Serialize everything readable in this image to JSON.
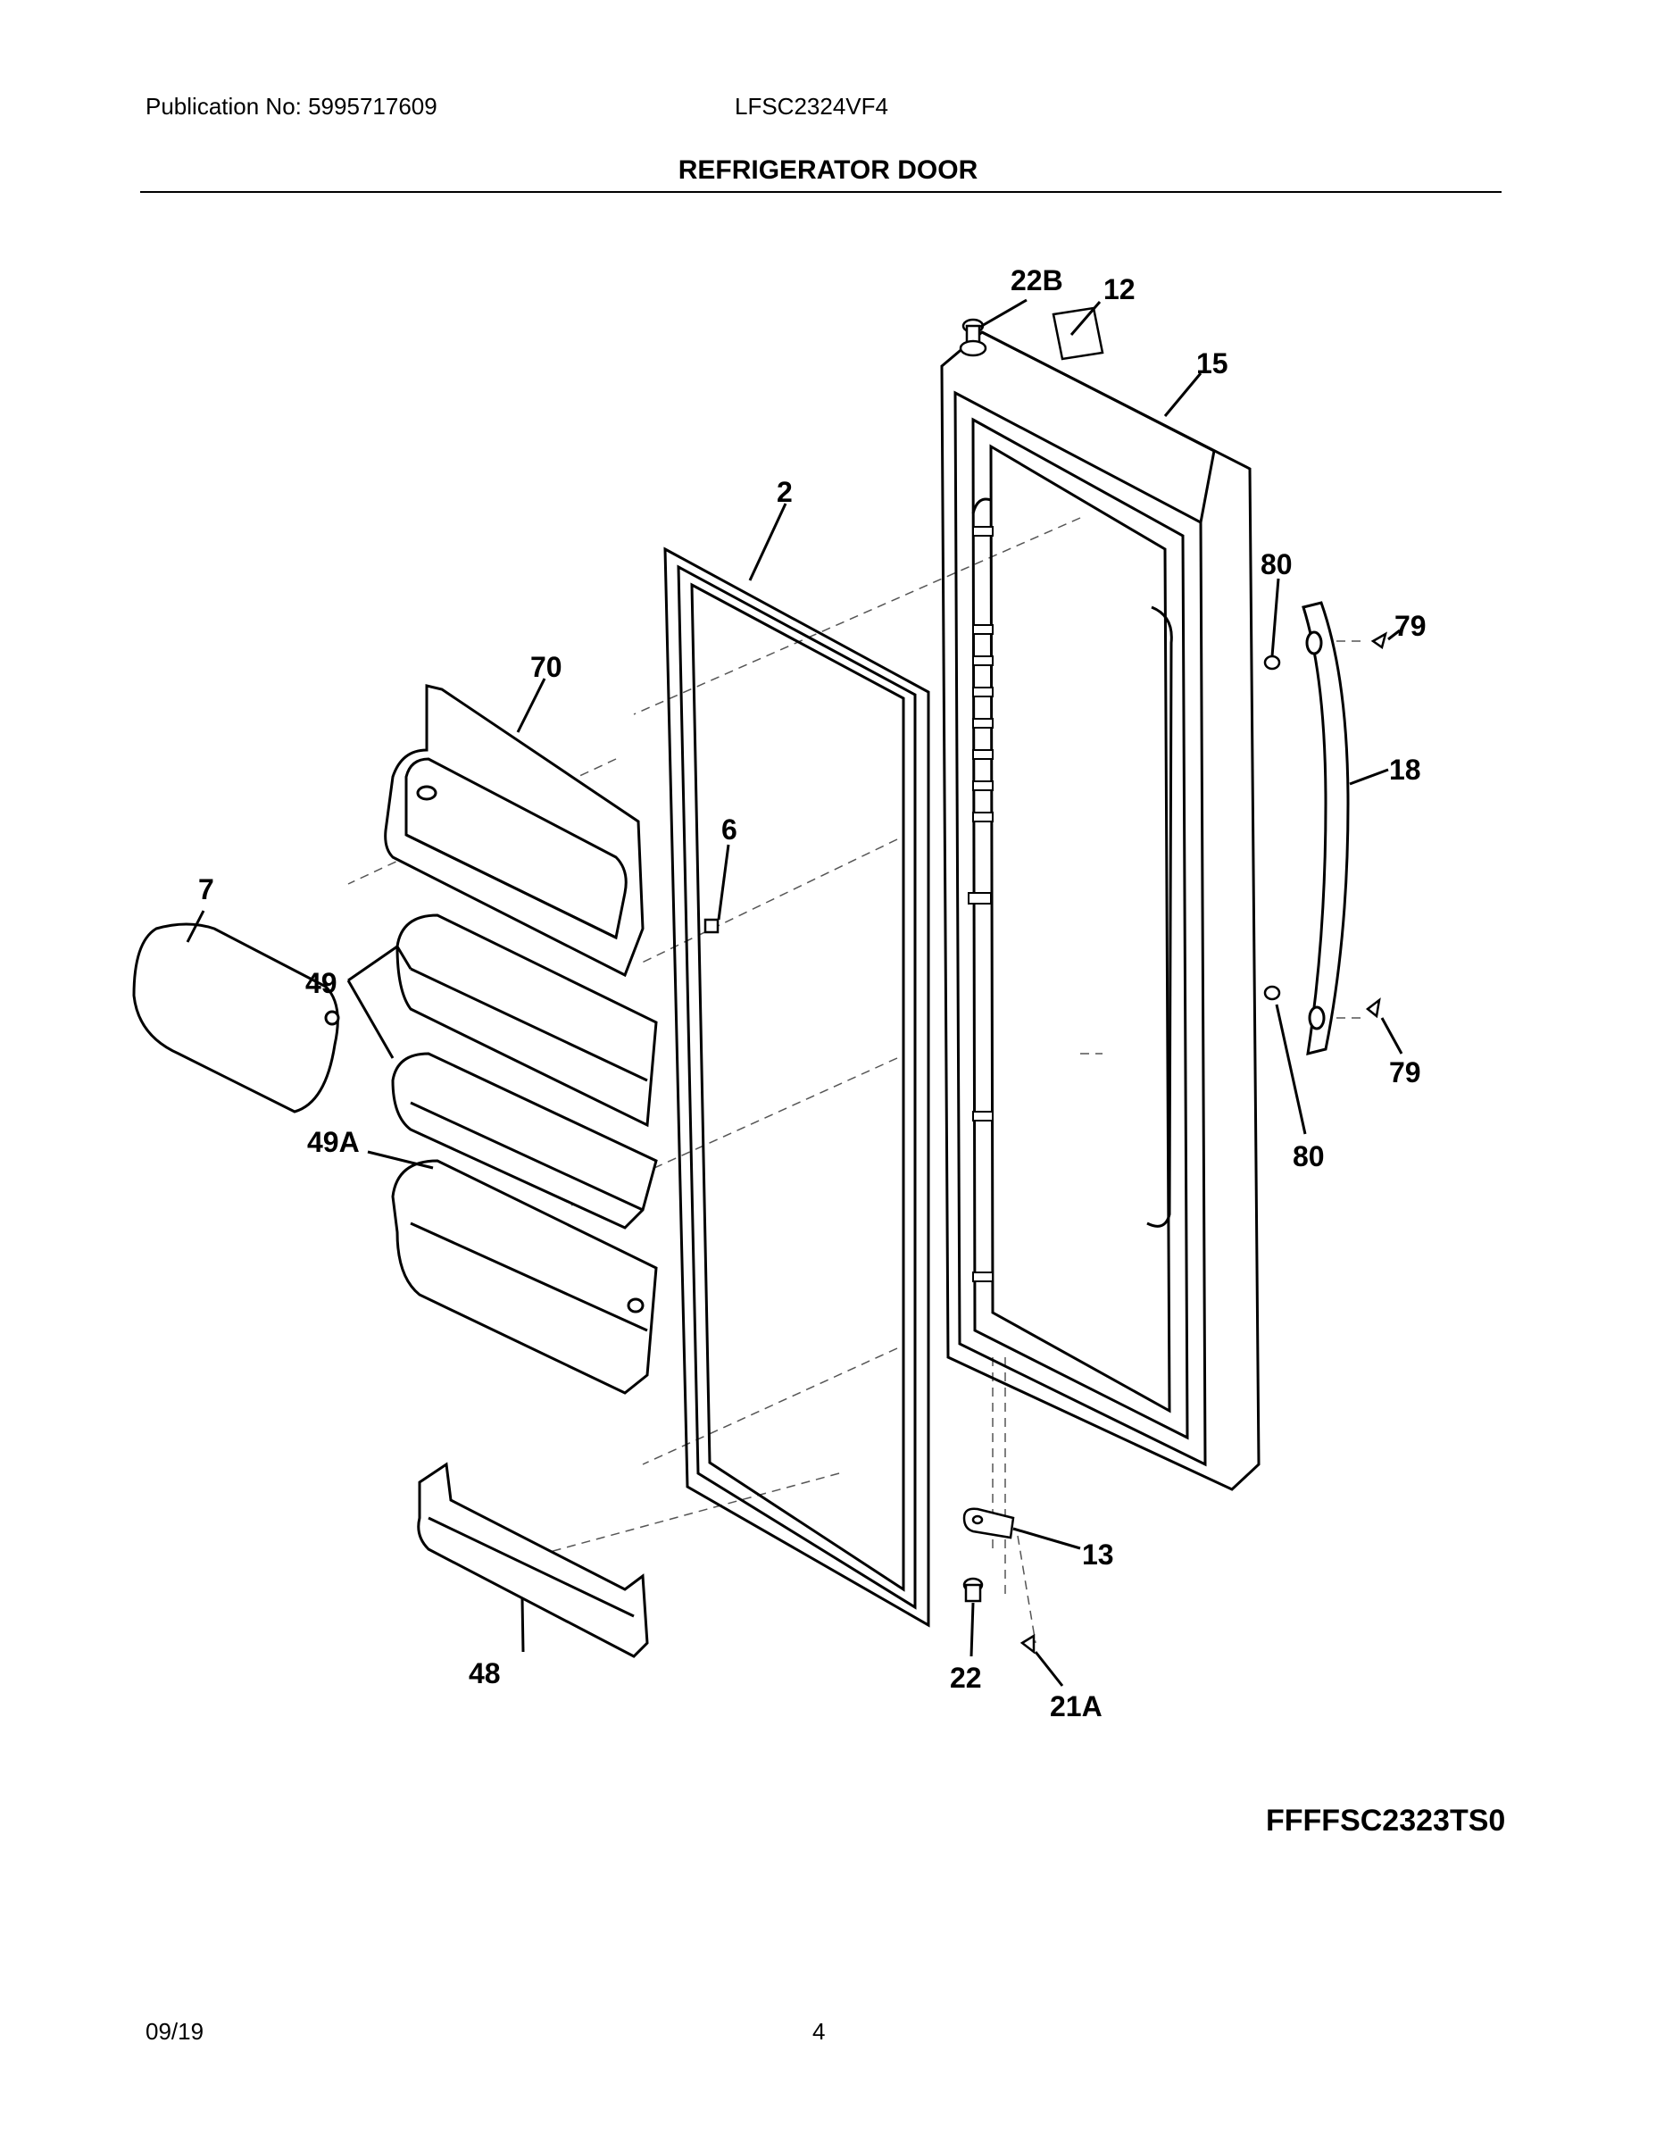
{
  "header": {
    "publication": "Publication No: 5995717609",
    "model": "LFSC2324VF4",
    "section_title": "REFRIGERATOR DOOR"
  },
  "diagram": {
    "callouts": {
      "c22b": "22B",
      "c12": "12",
      "c15": "15",
      "c2": "2",
      "c80a": "80",
      "c79a": "79",
      "c70": "70",
      "c18": "18",
      "c6": "6",
      "c7": "7",
      "c49": "49",
      "c49a": "49A",
      "c79b": "79",
      "c80b": "80",
      "c13": "13",
      "c22": "22",
      "c48": "48",
      "c21a": "21A"
    },
    "code": "FFFFSC2323TS0"
  },
  "footer": {
    "date": "09/19",
    "page": "4"
  }
}
